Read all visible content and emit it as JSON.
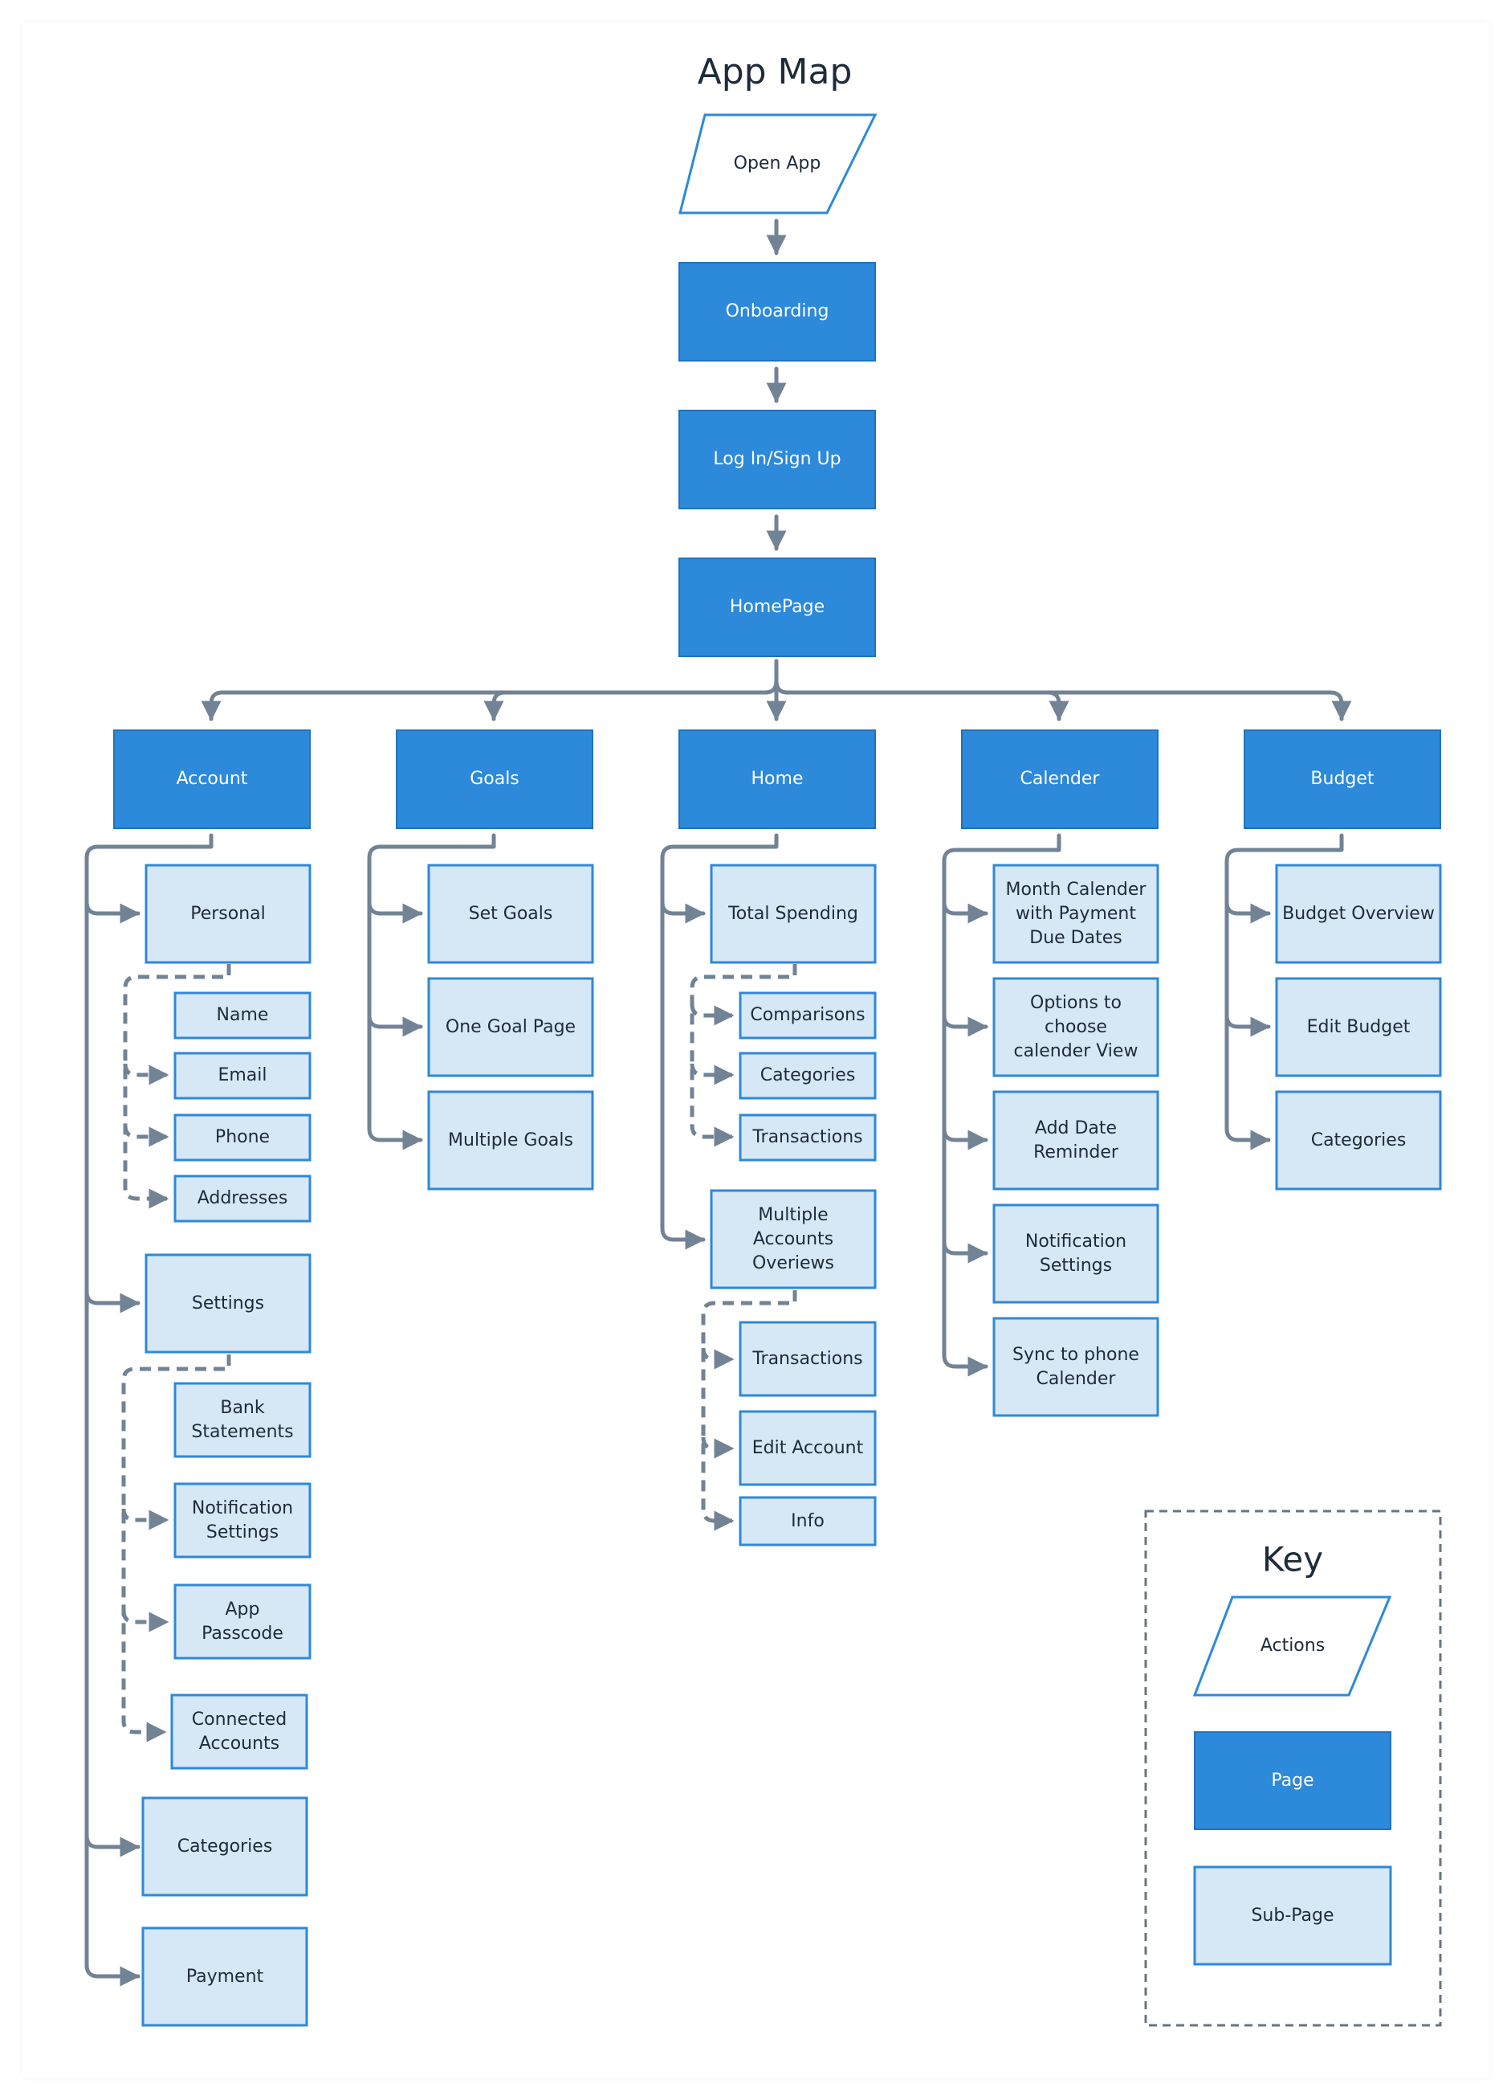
{
  "title": "App Map",
  "colors": {
    "page": "#2d89d9",
    "page_stroke": "#1f72c0",
    "subpage": "#d6e7f5",
    "subpage_stroke": "#2d89d9",
    "connector": "#718394",
    "title_text": "#1f2b3a"
  },
  "flow": {
    "open_app": "Open App",
    "onboarding": "Onboarding",
    "login": "Log In/Sign Up",
    "homepage": "HomePage"
  },
  "sections": {
    "account": {
      "label": "Account",
      "items": {
        "personal": {
          "label": "Personal",
          "children": [
            "Name",
            "Email",
            "Phone",
            "Addresses"
          ]
        },
        "settings": {
          "label": "Settings",
          "children": [
            "Bank Statements",
            "Notification Settings",
            "App Passcode",
            "Connected Accounts"
          ]
        },
        "categories": "Categories",
        "payment": "Payment"
      }
    },
    "goals": {
      "label": "Goals",
      "items": [
        "Set Goals",
        "One Goal Page",
        "Multiple Goals"
      ]
    },
    "home": {
      "label": "Home",
      "items": {
        "total_spending": {
          "label": "Total Spending",
          "children": [
            "Comparisons",
            "Categories",
            "Transactions"
          ]
        },
        "multiple_accounts": {
          "label": "Multiple Accounts Overiews",
          "children": [
            "Transactions",
            "Edit Account",
            "Info"
          ]
        }
      }
    },
    "calender": {
      "label": "Calender",
      "items": [
        "Month Calender with Payment Due Dates",
        "Options to choose calender View",
        "Add Date Reminder",
        "Notification Settings",
        "Sync to phone Calender"
      ]
    },
    "budget": {
      "label": "Budget",
      "items": [
        "Budget Overview",
        "Edit Budget",
        "Categories"
      ]
    }
  },
  "key": {
    "title": "Key",
    "actions": "Actions",
    "page": "Page",
    "subpage": "Sub-Page"
  }
}
